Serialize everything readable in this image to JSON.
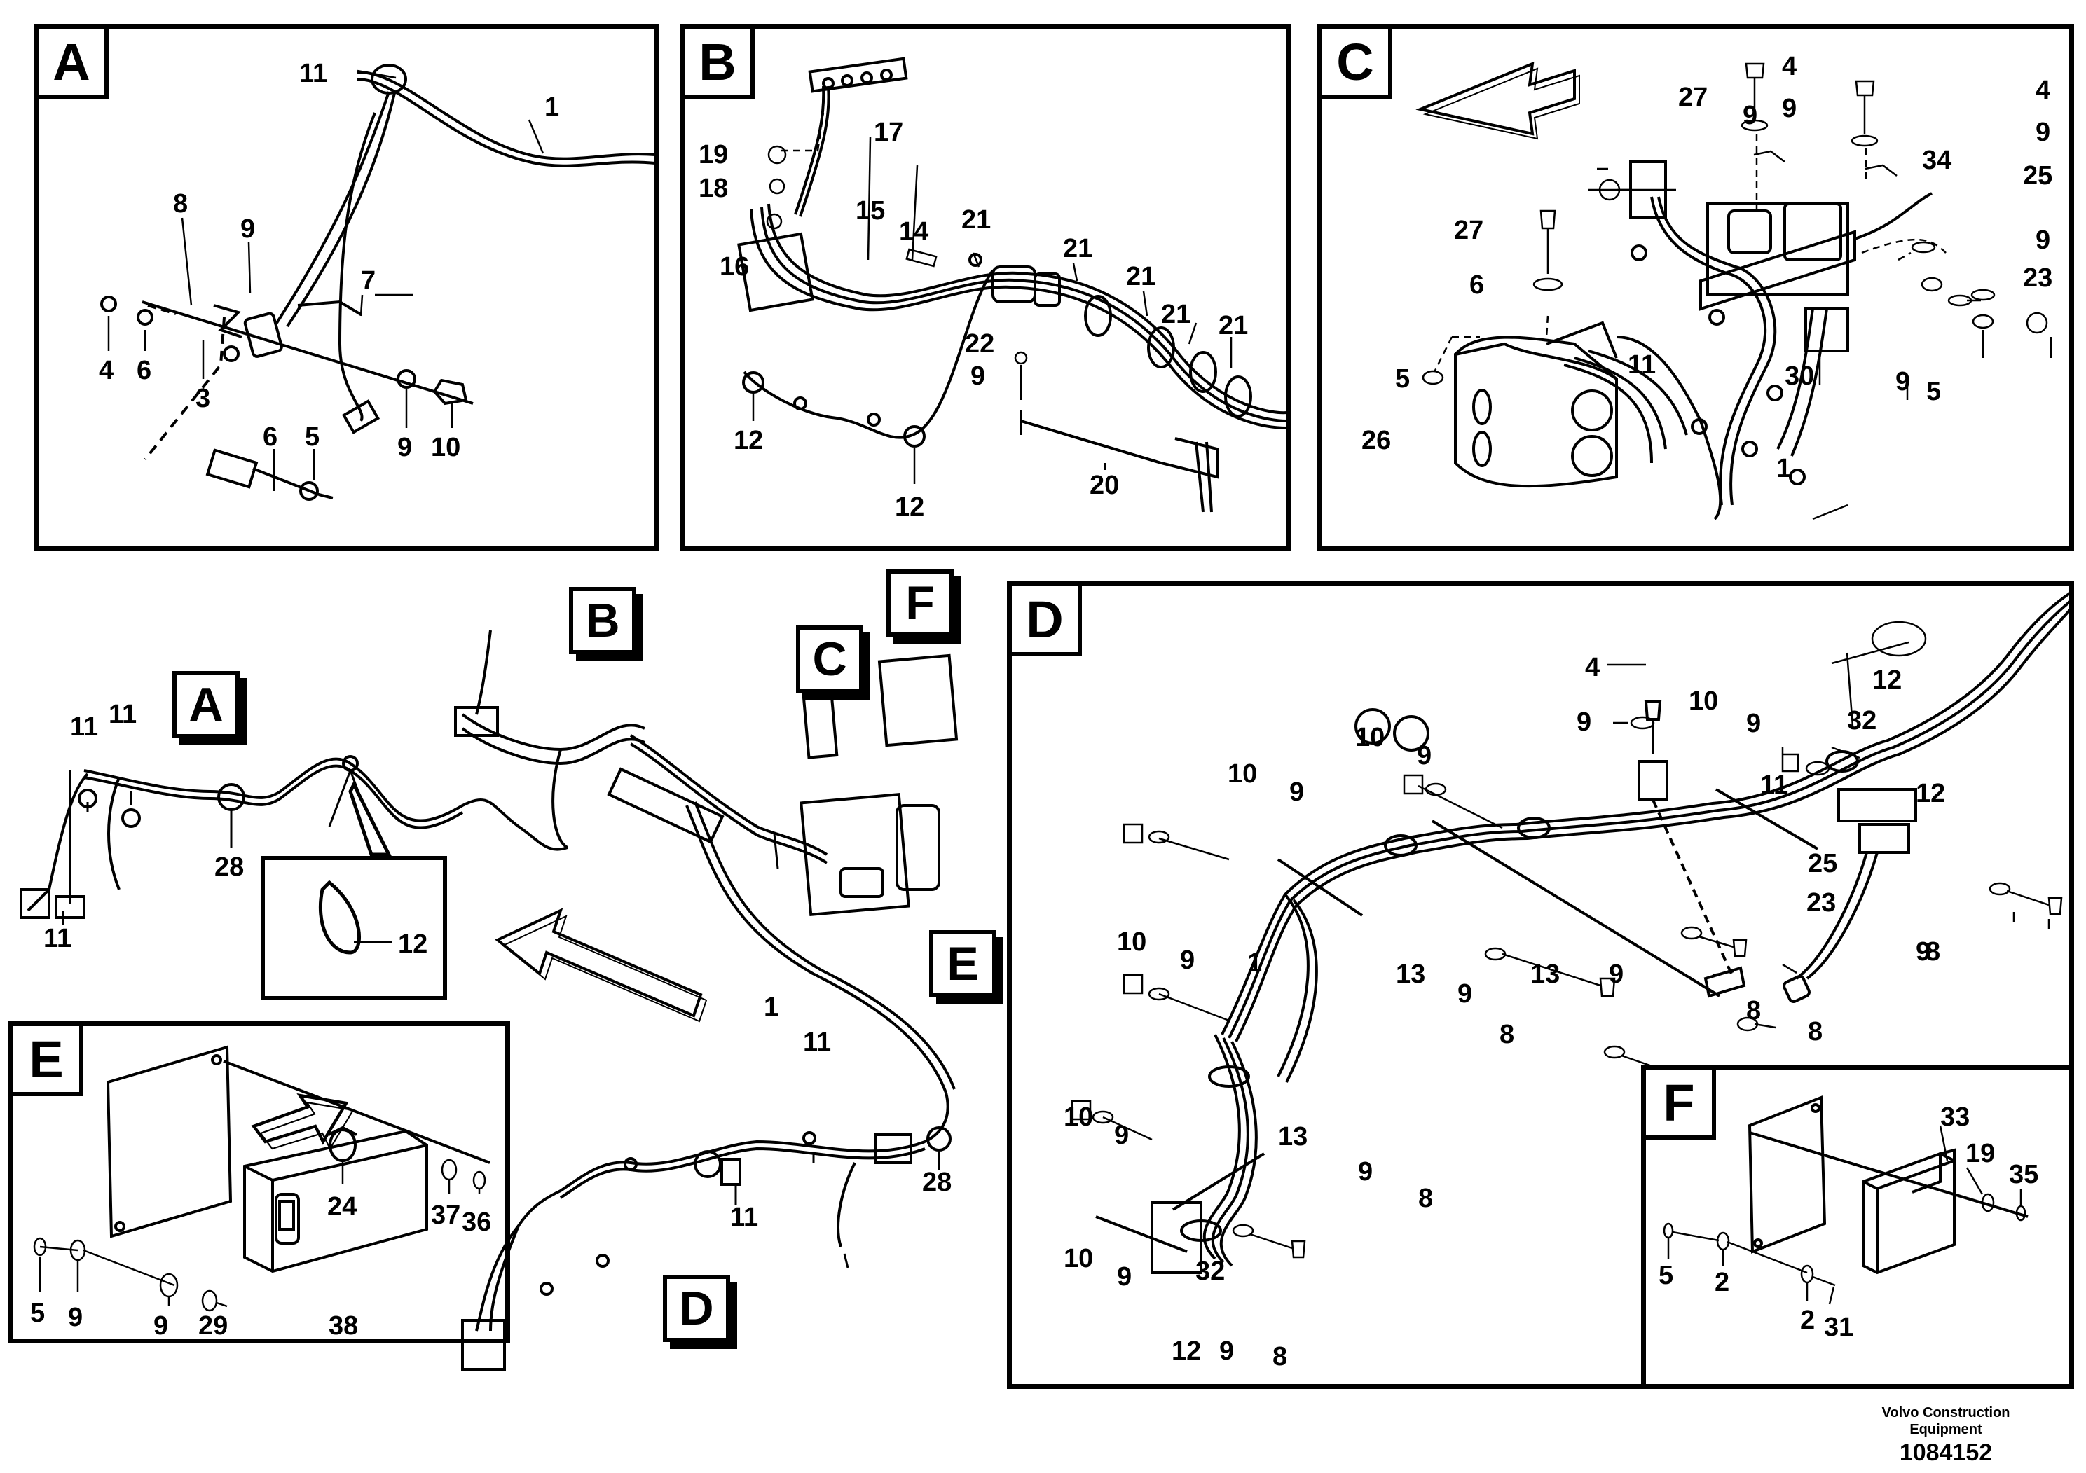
{
  "views": {
    "A": {
      "tag": "A",
      "labels": [
        "11",
        "1",
        "8",
        "9",
        "7",
        "4",
        "6",
        "3",
        "9",
        "10",
        "6",
        "5"
      ]
    },
    "B": {
      "tag": "B",
      "labels": [
        "17",
        "19",
        "18",
        "16",
        "15",
        "14",
        "21",
        "21",
        "21",
        "21",
        "21",
        "22",
        "9",
        "12",
        "12",
        "20"
      ]
    },
    "C": {
      "tag": "C",
      "labels": [
        "4",
        "9",
        "4",
        "9",
        "27",
        "9",
        "34",
        "25",
        "27",
        "6",
        "9",
        "23",
        "5",
        "11",
        "30",
        "9",
        "5",
        "26",
        "1"
      ]
    },
    "D": {
      "tag": "D",
      "labels": [
        "4",
        "9",
        "12",
        "10",
        "9",
        "32",
        "10",
        "9",
        "10",
        "9",
        "11",
        "12",
        "25",
        "23",
        "10",
        "9",
        "1",
        "13",
        "13",
        "9",
        "9",
        "8",
        "8",
        "8",
        "10",
        "9",
        "13",
        "9",
        "8",
        "10",
        "9",
        "32",
        "12",
        "9",
        "8",
        "9",
        "8"
      ]
    },
    "E": {
      "tag": "E",
      "labels": [
        "24",
        "37",
        "36",
        "5",
        "9",
        "9",
        "29",
        "38"
      ]
    },
    "F": {
      "tag": "F",
      "labels": [
        "33",
        "19",
        "35",
        "5",
        "2",
        "2",
        "31"
      ]
    }
  },
  "overview": {
    "callouts": [
      "A",
      "B",
      "C",
      "D",
      "E",
      "F"
    ],
    "labels": [
      "11",
      "11",
      "28",
      "11",
      "12",
      "1",
      "11",
      "11",
      "28"
    ]
  },
  "footer": {
    "company": "Volvo Construction Equipment",
    "figure_number": "1084152"
  }
}
